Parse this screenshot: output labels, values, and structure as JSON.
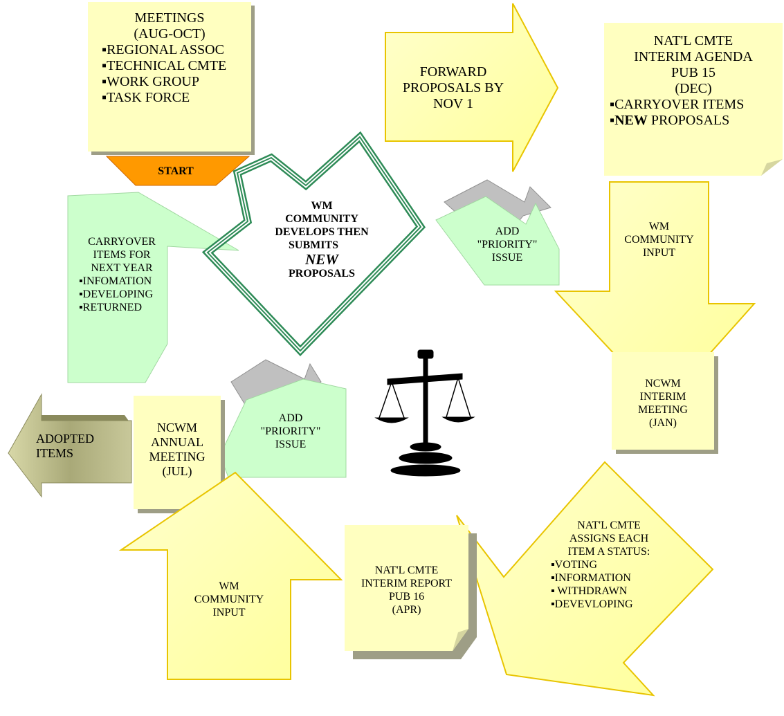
{
  "meetings": {
    "title": "MEETINGS",
    "period": "(AUG-OCT)",
    "items": [
      "▪REGIONAL ASSOC",
      "▪TECHNICAL CMTE",
      "▪WORK GROUP",
      "▪TASK FORCE"
    ]
  },
  "start": {
    "label": "START"
  },
  "forward": {
    "lines": [
      "FORWARD",
      "PROPOSALS BY",
      "NOV 1"
    ]
  },
  "interim_agenda": {
    "lines": [
      "NAT'L CMTE",
      "INTERIM  AGENDA",
      "PUB 15",
      "(DEC)"
    ],
    "item1": "▪CARRYOVER ITEMS",
    "item2_prefix": "▪",
    "item2_bold": "NEW",
    "item2_rest": " PROPOSALS"
  },
  "center_diamond": {
    "line1": "WM",
    "line2": "COMMUNITY",
    "line3": "DEVELOPS THEN",
    "line4": "SUBMITS",
    "line5": "NEW",
    "line6": "PROPOSALS"
  },
  "priority_top": {
    "lines": [
      "ADD",
      "\"PRIORITY\"",
      "ISSUE"
    ]
  },
  "input_right": {
    "lines": [
      "WM",
      "COMMUNITY",
      "INPUT"
    ]
  },
  "carryover": {
    "lines": [
      "CARRYOVER",
      "ITEMS FOR",
      "NEXT YEAR"
    ],
    "items": [
      "▪INFOMATION",
      "▪DEVELOPING",
      "▪RETURNED"
    ]
  },
  "priority_left": {
    "lines": [
      "ADD",
      "\"PRIORITY\"",
      "ISSUE"
    ]
  },
  "interim_meeting": {
    "lines": [
      "NCWM",
      "INTERIM",
      "MEETING",
      "(JAN)"
    ]
  },
  "annual_meeting": {
    "lines": [
      "NCWM",
      "ANNUAL",
      "MEETING",
      "(JUL)"
    ]
  },
  "adopted": {
    "lines": [
      "ADOPTED",
      "ITEMS"
    ]
  },
  "assigns": {
    "lines": [
      "NAT'L CMTE",
      "ASSIGNS EACH",
      " ITEM  A STATUS:"
    ],
    "items": [
      "▪VOTING",
      "▪INFORMATION",
      "▪ WITHDRAWN",
      "▪DEVEVLOPING"
    ]
  },
  "input_left": {
    "lines": [
      "WM",
      "COMMUNITY",
      "INPUT"
    ]
  },
  "interim_report": {
    "lines": [
      "NAT'L CMTE",
      "INTERIM REPORT",
      "PUB 16",
      "(APR)"
    ]
  },
  "colors": {
    "note_yellow": "#ffffc0",
    "arrow_yellow": "#ffff99",
    "arrow_yellow_stroke": "#e8c400",
    "green_light": "#ccffcc",
    "green_dark": "#2e8b57",
    "start_orange": "#ff9900",
    "olive": "#b8b88a"
  }
}
